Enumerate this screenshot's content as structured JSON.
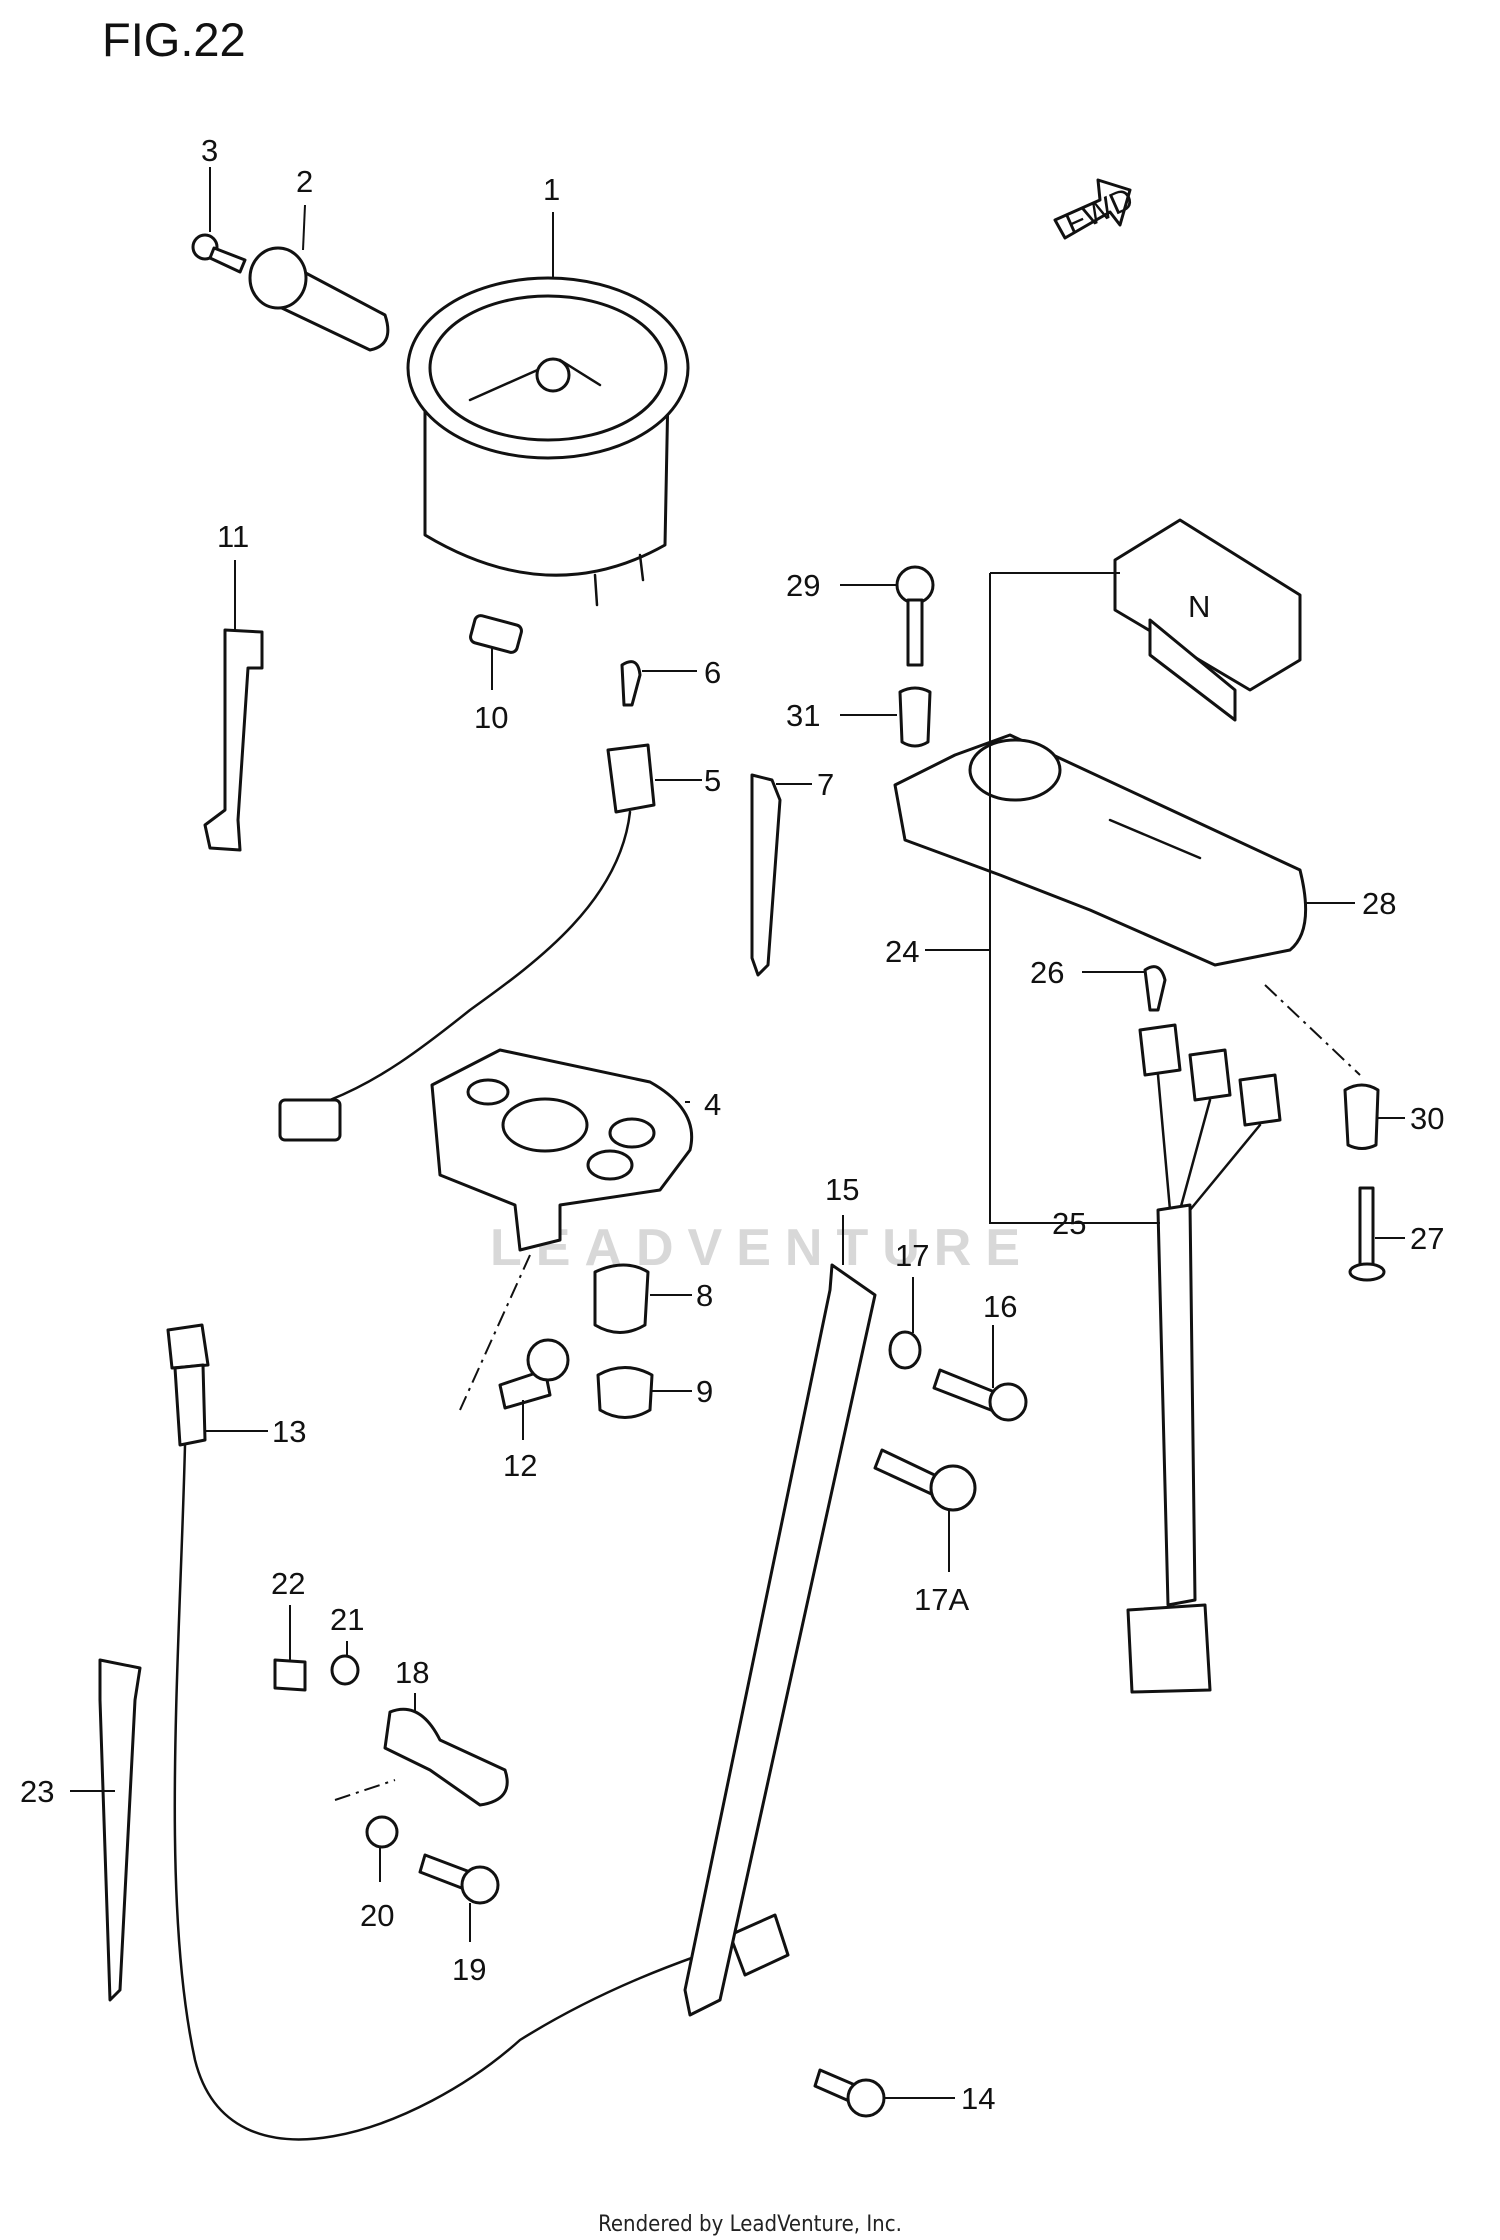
{
  "figure_title": "FIG.22",
  "watermark_text": "LEADVENTURE",
  "footer_text": "Rendered by LeadVenture, Inc.",
  "fwd_label": "FWD",
  "indicator_letters": [
    "N"
  ],
  "colors": {
    "line": "#111111",
    "background": "#ffffff",
    "watermark": "#d8d8d8"
  },
  "callouts": [
    "1",
    "2",
    "3",
    "4",
    "5",
    "6",
    "7",
    "8",
    "9",
    "10",
    "11",
    "12",
    "13",
    "14",
    "15",
    "16",
    "17",
    "17A",
    "18",
    "19",
    "20",
    "21",
    "22",
    "23",
    "24",
    "25",
    "26",
    "27",
    "28",
    "29",
    "30",
    "31"
  ]
}
